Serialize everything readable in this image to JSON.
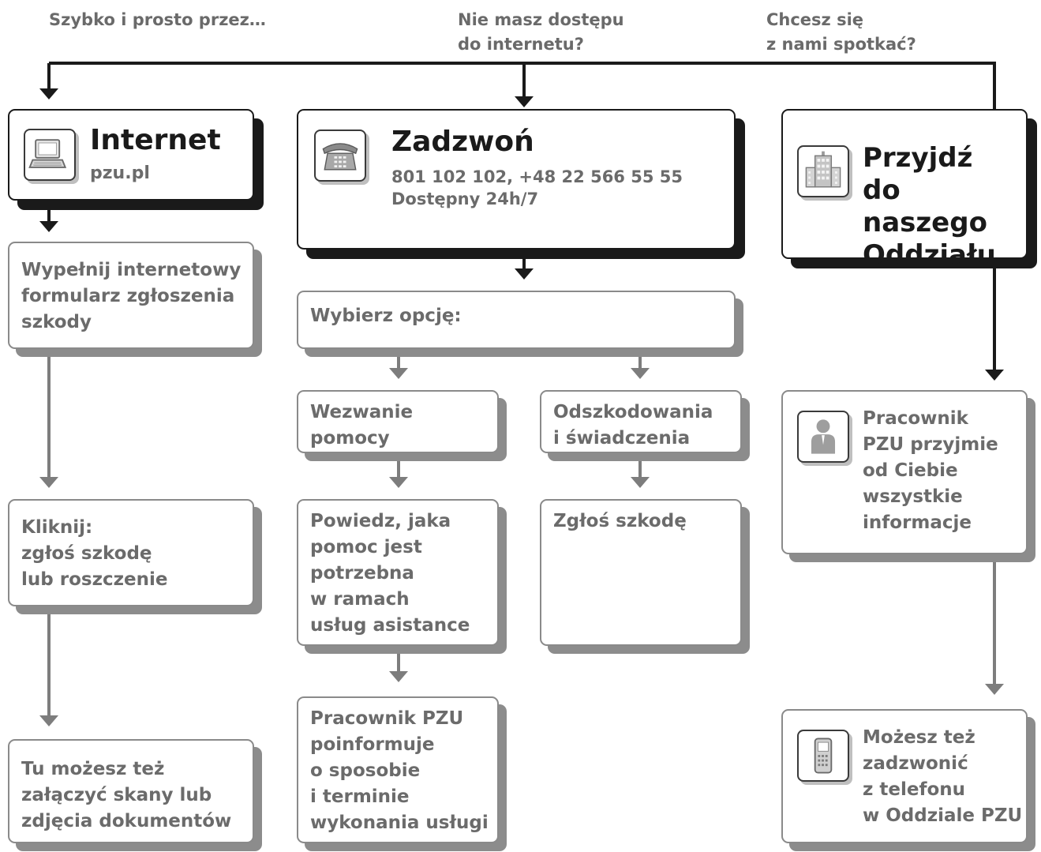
{
  "headers": {
    "col1": "Szybko i prosto przez…",
    "col2": "Nie masz dostępu\ndo internetu?",
    "col3": "Chcesz się\nz nami spotkać?"
  },
  "internet": {
    "title": "Internet",
    "subtitle": "pzu.pl",
    "icon": "laptop-icon",
    "steps": [
      "Wypełnij internetowy\nformularz zgłoszenia\nszkody",
      "Kliknij:\nzgłoś szkodę\nlub roszczenie",
      "Tu możesz też\nzałączyć skany lub\nzdjęcia dokumentów"
    ]
  },
  "phone": {
    "title": "Zadzwoń",
    "numbers": "801 102 102, +48 22 566 55 55",
    "availability": "Dostępny 24h/7",
    "icon": "telephone-icon",
    "choose": "Wybierz opcję:",
    "option_help": "Wezwanie pomocy",
    "option_claims": "Odszkodowania\ni świadczenia",
    "help_step1": "Powiedz, jaka\npomoc jest\npotrzebna\nw ramach\nusług asistance",
    "help_step2": "Pracownik PZU\npoinformuje\no sposobie\ni terminie\nwykonania usługi",
    "claims_step": "Zgłoś szkodę"
  },
  "branch": {
    "title": "Przyjdź\ndo naszego\nOddziału",
    "icon": "building-icon",
    "step1": "Pracownik\nPZU przyjmie\nod Ciebie\nwszystkie\ninformacje",
    "step1_icon": "person-icon",
    "step2": "Możesz też\nzadzwonić\nz telefonu\nw Oddziale PZU",
    "step2_icon": "mobile-phone-icon"
  },
  "colors": {
    "dark": "#1a1a1a",
    "gray_text": "#6b6b6b",
    "gray_border": "#8a8a8a",
    "shadow_gray": "#8c8c8c"
  }
}
